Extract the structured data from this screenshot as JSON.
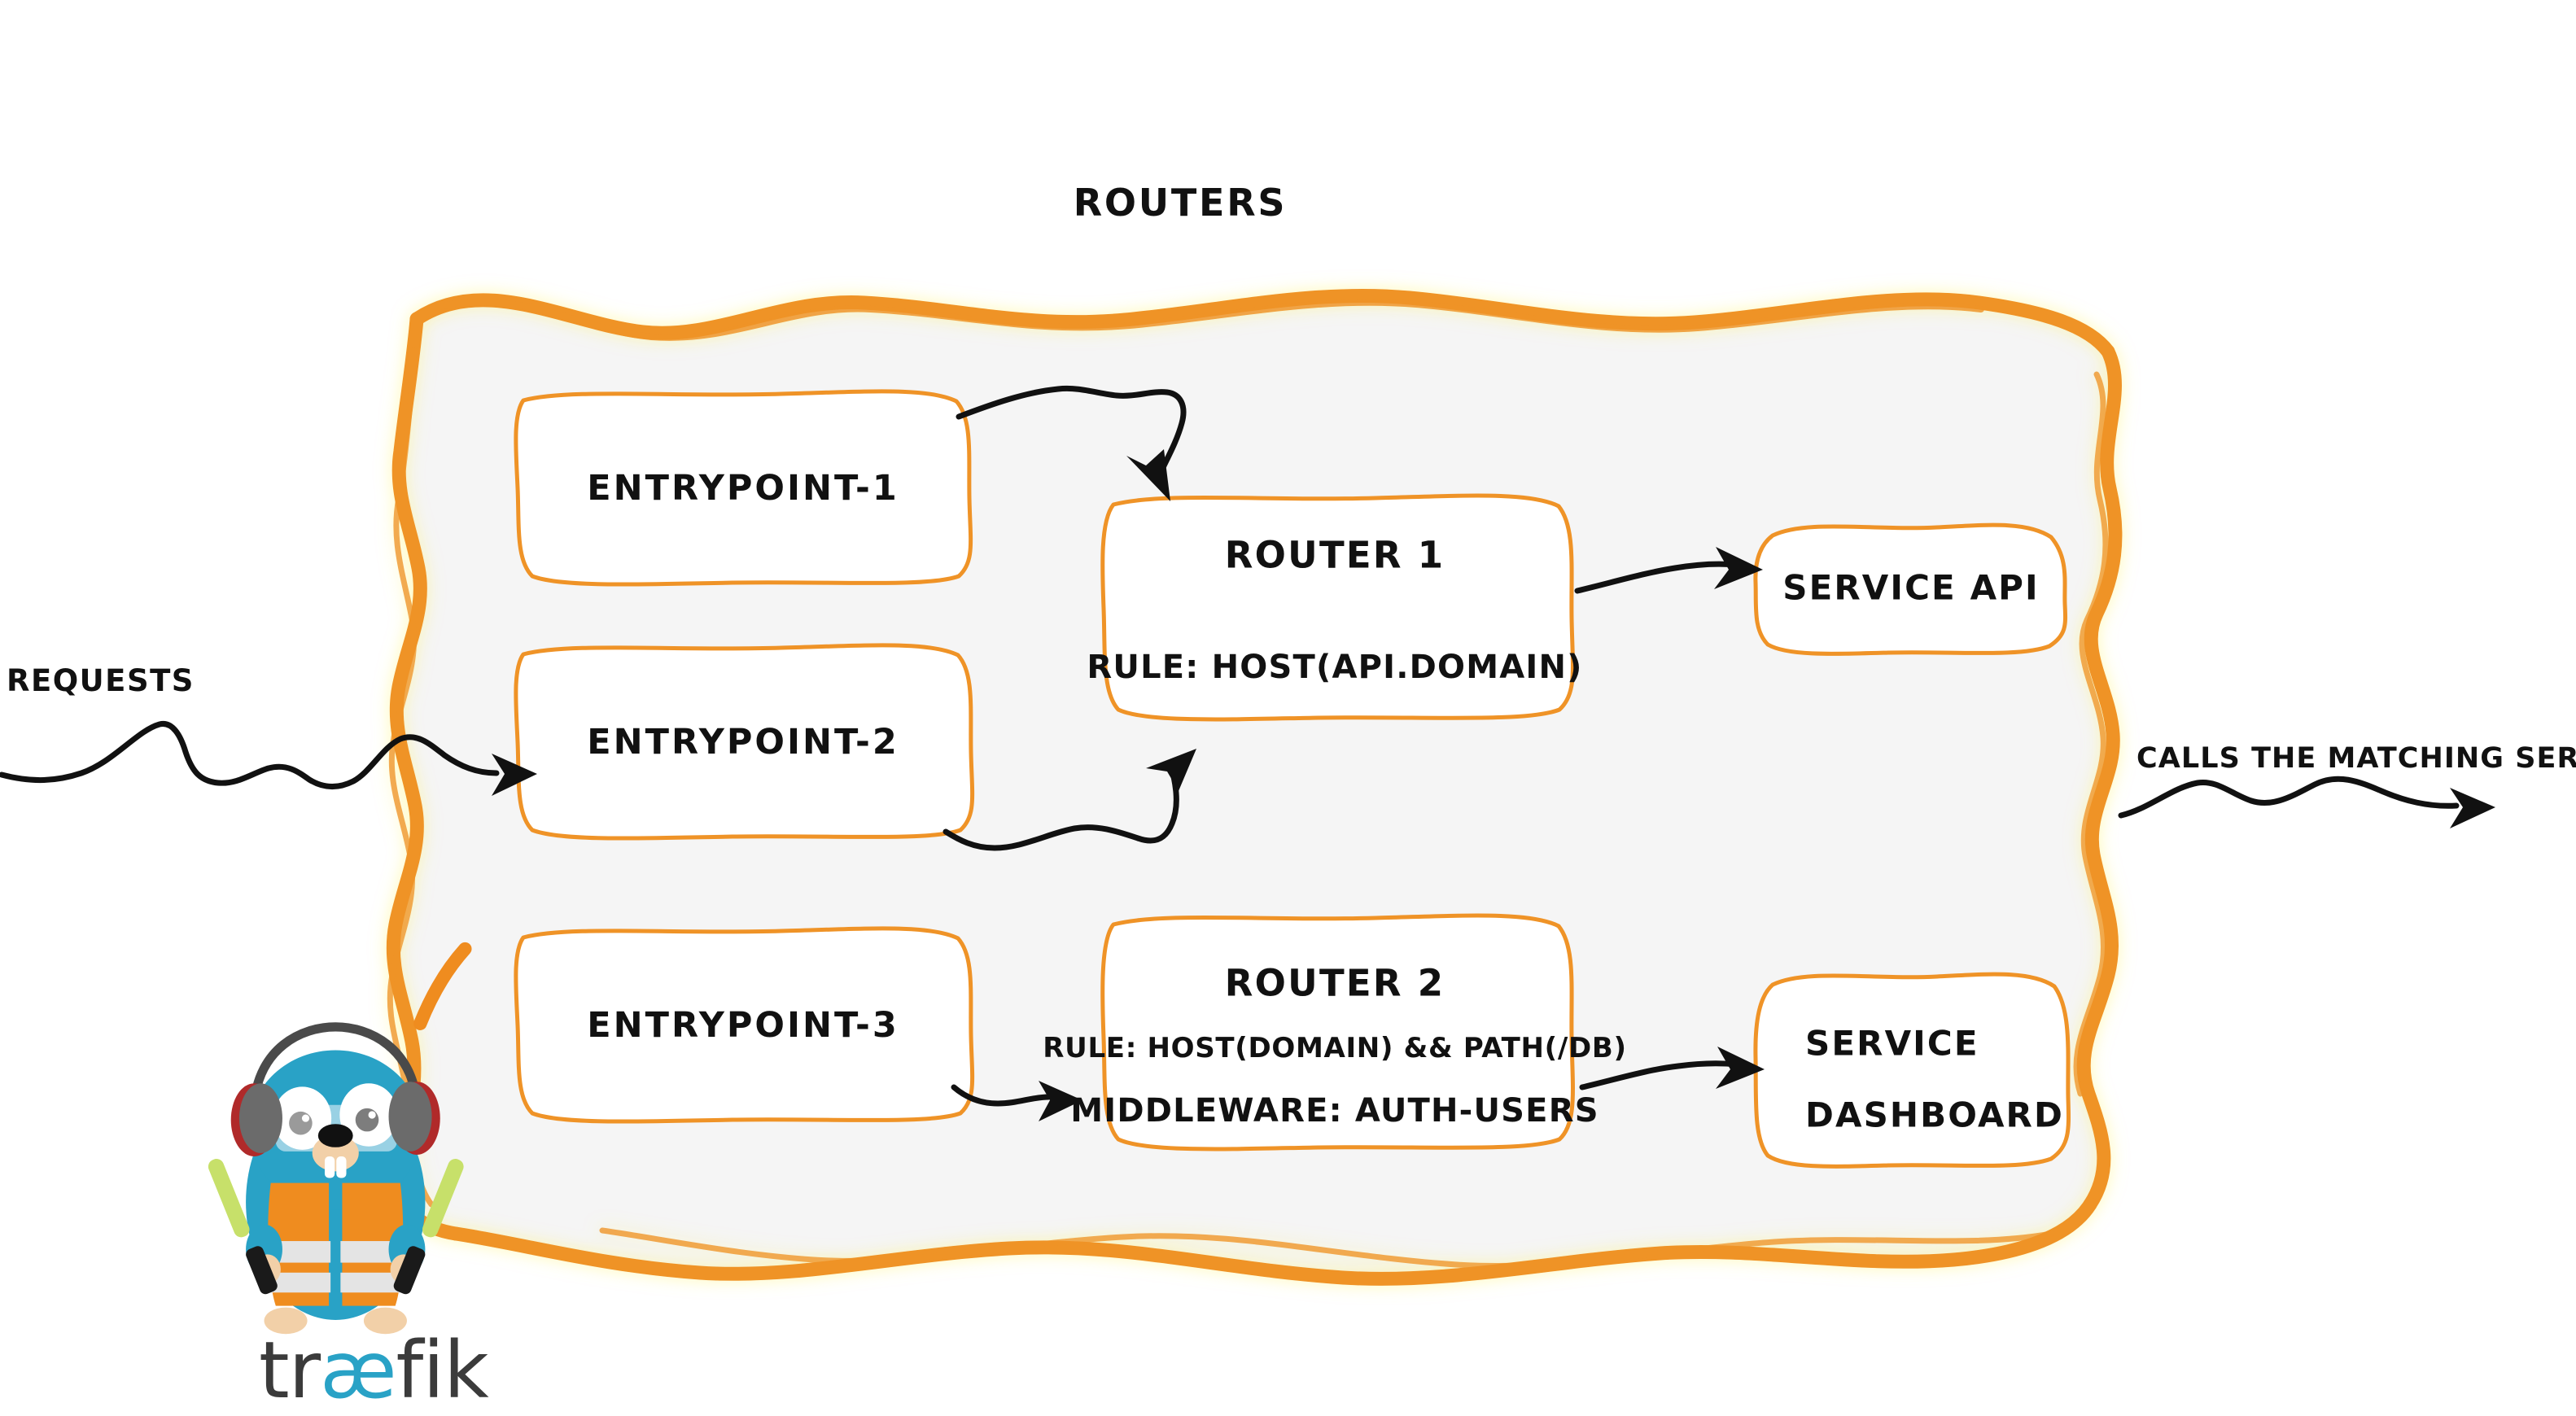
{
  "diagram": {
    "title": "Routers",
    "subject": "traefik",
    "colors": {
      "accent_orange": "#ef9327",
      "panel_fill": "#f5f5f5",
      "ink_black": "#111111",
      "gopher_cyan": "#29a2c6",
      "wordmark_dark": "#3b3b3b"
    }
  },
  "flow": {
    "inbound_label": "Requests",
    "outbound_label": "Calls the matching server"
  },
  "entrypoints": [
    {
      "label": "entrypoint-1"
    },
    {
      "label": "entrypoint-2"
    },
    {
      "label": "entrypoint-3"
    }
  ],
  "routers": [
    {
      "name": "Router 1",
      "lines": [
        "rule: Host(api.domain)"
      ]
    },
    {
      "name": "Router 2",
      "lines": [
        "rule: Host(domain) && Path(/db)",
        "Middleware: auth-users"
      ]
    }
  ],
  "services": [
    {
      "lines": [
        "Service API"
      ]
    },
    {
      "lines": [
        "Service",
        "Dashboard"
      ]
    }
  ],
  "logo": {
    "wordmark_pre": "tr",
    "wordmark_ae": "æ",
    "wordmark_post": "fik",
    "mascot": "traefik-gopher"
  }
}
